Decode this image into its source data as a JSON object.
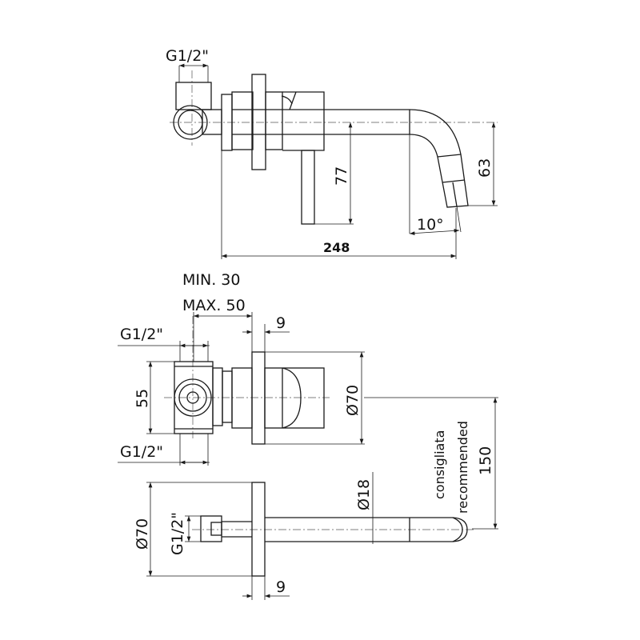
{
  "side_view": {
    "thread_label": "G1/2\"",
    "dim_height_lever": "77",
    "dim_height_spout": "63",
    "dim_angle": "10°",
    "dim_length": "248"
  },
  "front_view": {
    "min_label": "MIN. 30",
    "max_label": "MAX. 50",
    "plate_thickness": "9",
    "thread_top": "G1/2\"",
    "thread_bottom": "G1/2\"",
    "dim_body_height": "55",
    "dim_plate_diameter": "Ø70",
    "dim_spacing": "150",
    "note_it": "consigliata",
    "note_en": "recommended"
  },
  "spout_view": {
    "dim_plate_diameter": "Ø70",
    "thread_label": "G1/2\"",
    "dim_pipe_diameter": "Ø18",
    "plate_thickness": "9"
  }
}
